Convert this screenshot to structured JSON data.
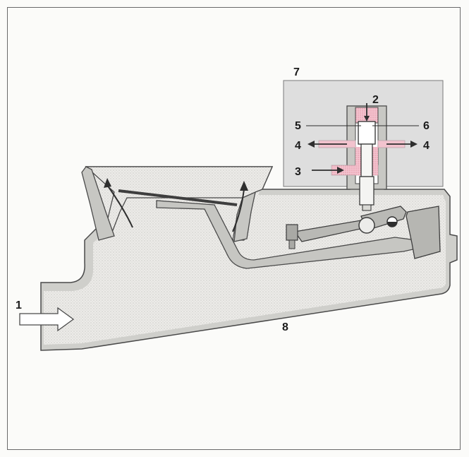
{
  "diagram": {
    "labels": {
      "inlet": "1",
      "control_plunger_top": "2",
      "metered_fuel_in": "3",
      "outlet_left": "4",
      "outlet_right": "4",
      "slit_left": "5",
      "slit_right": "6",
      "distributor": "7",
      "housing": "8"
    },
    "colors": {
      "housing_fill": "#e9e9e6",
      "dots": "#b8b8b4",
      "outline": "#4a4a4a",
      "fuel_pink": "#f2b9c6",
      "fuel_pink_dark": "#e37f98",
      "distributor_block": "#dcdcda",
      "text": "#1b1b1b"
    },
    "icons": {
      "inlet_arrow": "hollow-right-arrow-icon",
      "air_flow_arrows": "up-arrow-icon"
    }
  }
}
